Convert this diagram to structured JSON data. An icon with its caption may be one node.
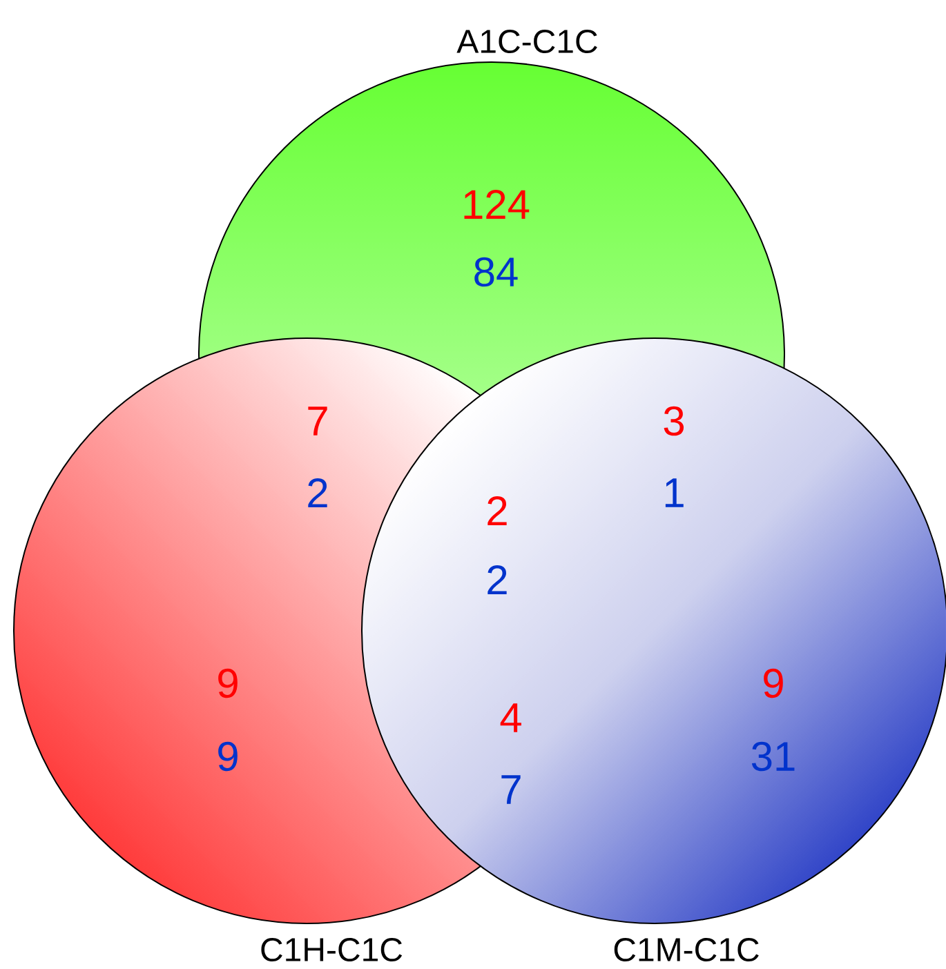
{
  "diagram": {
    "nodes": [
      {
        "text": [
          "A1C-C1C"
        ]
      },
      {
        "text": [
          "C1H-C1C"
        ]
      },
      {
        "text": [
          "C1M-C1C"
        ]
      }
    ],
    "labels": [
      "124",
      "84",
      "7",
      "2",
      "3",
      "1",
      "2",
      "2",
      "9",
      "9",
      "4",
      "7",
      "9",
      "31"
    ]
  }
}
